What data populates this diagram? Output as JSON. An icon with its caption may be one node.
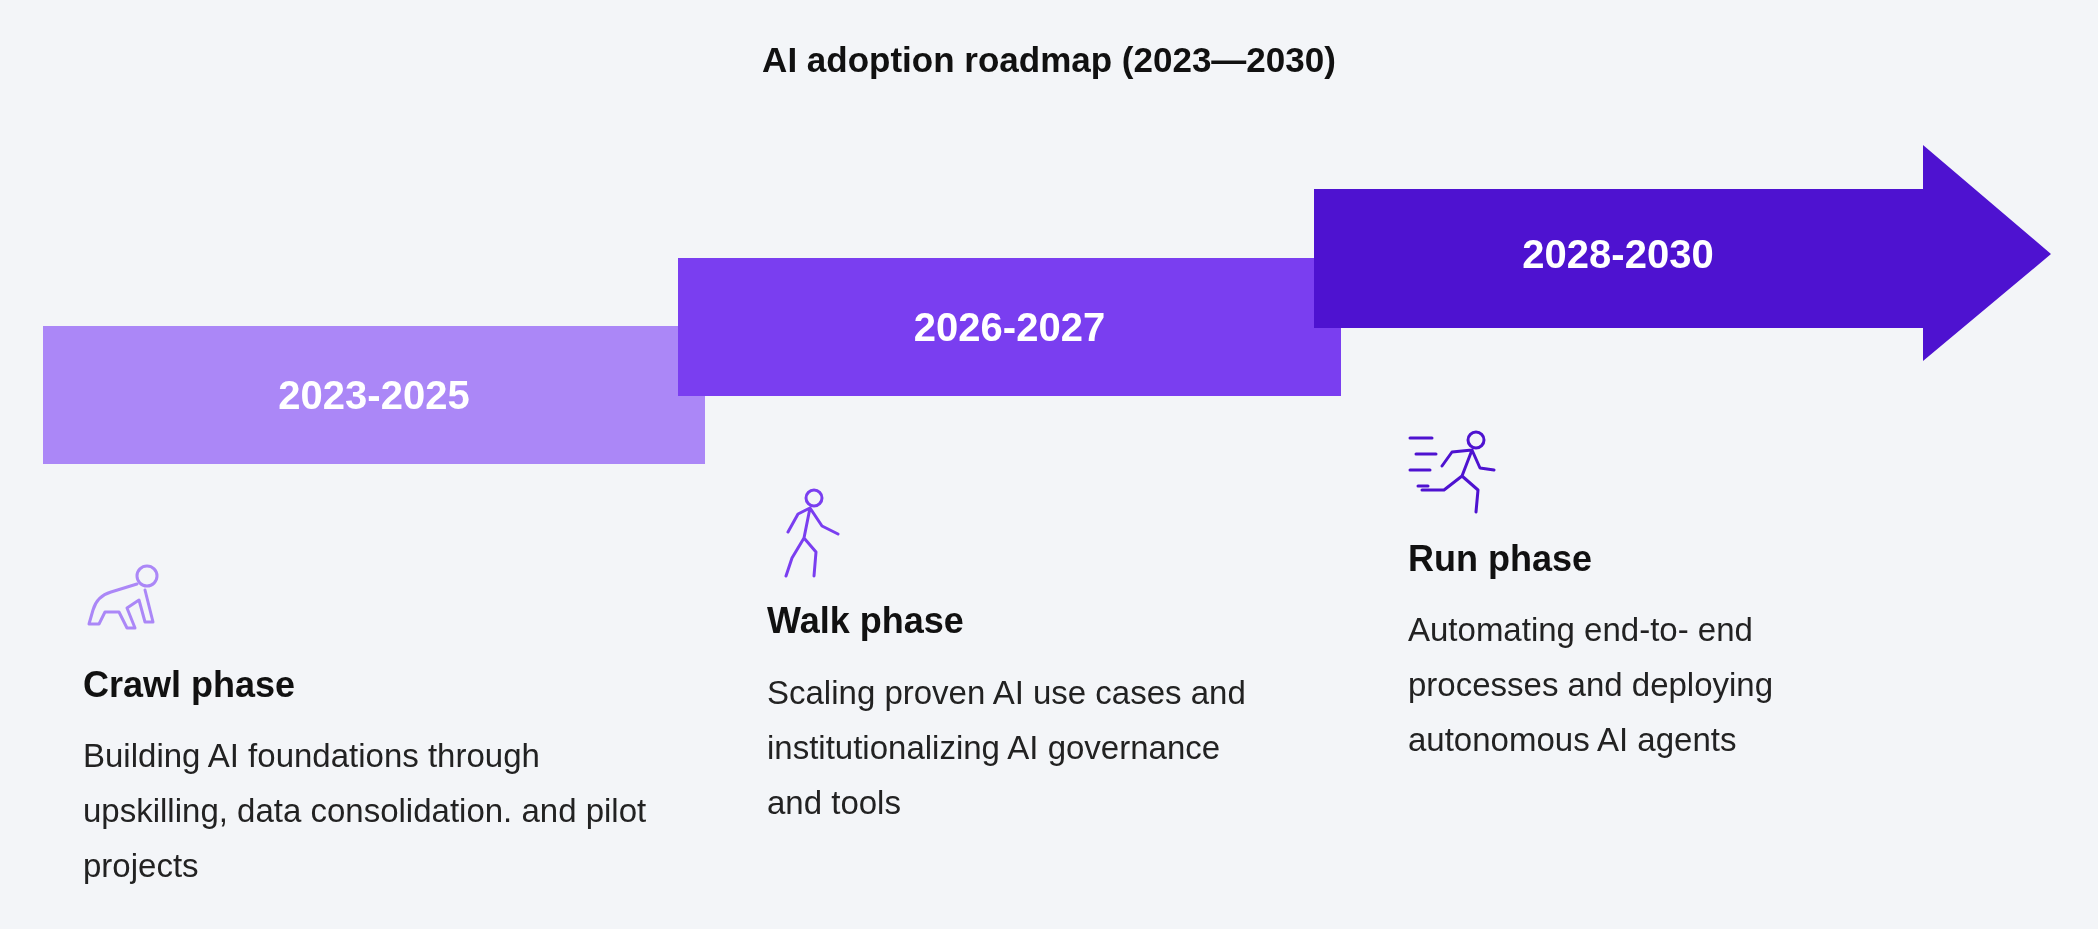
{
  "diagram": {
    "title": "AI adoption roadmap (2023—2030)",
    "nodes": [
      {
        "text": [
          "2023-2025"
        ]
      },
      {
        "text": [
          "2026-2027"
        ]
      },
      {
        "text": [
          "2028-2030"
        ]
      }
    ],
    "labels": [
      "Crawl phase",
      "Building AI foundations through upskilling, data consolidation. and pilot projects",
      "Walk phase",
      "Scaling proven AI use cases and institutionalizing AI governance and tools",
      "Run phase",
      "Automating end-to- end processes and deploying autonomous AI agents"
    ]
  }
}
